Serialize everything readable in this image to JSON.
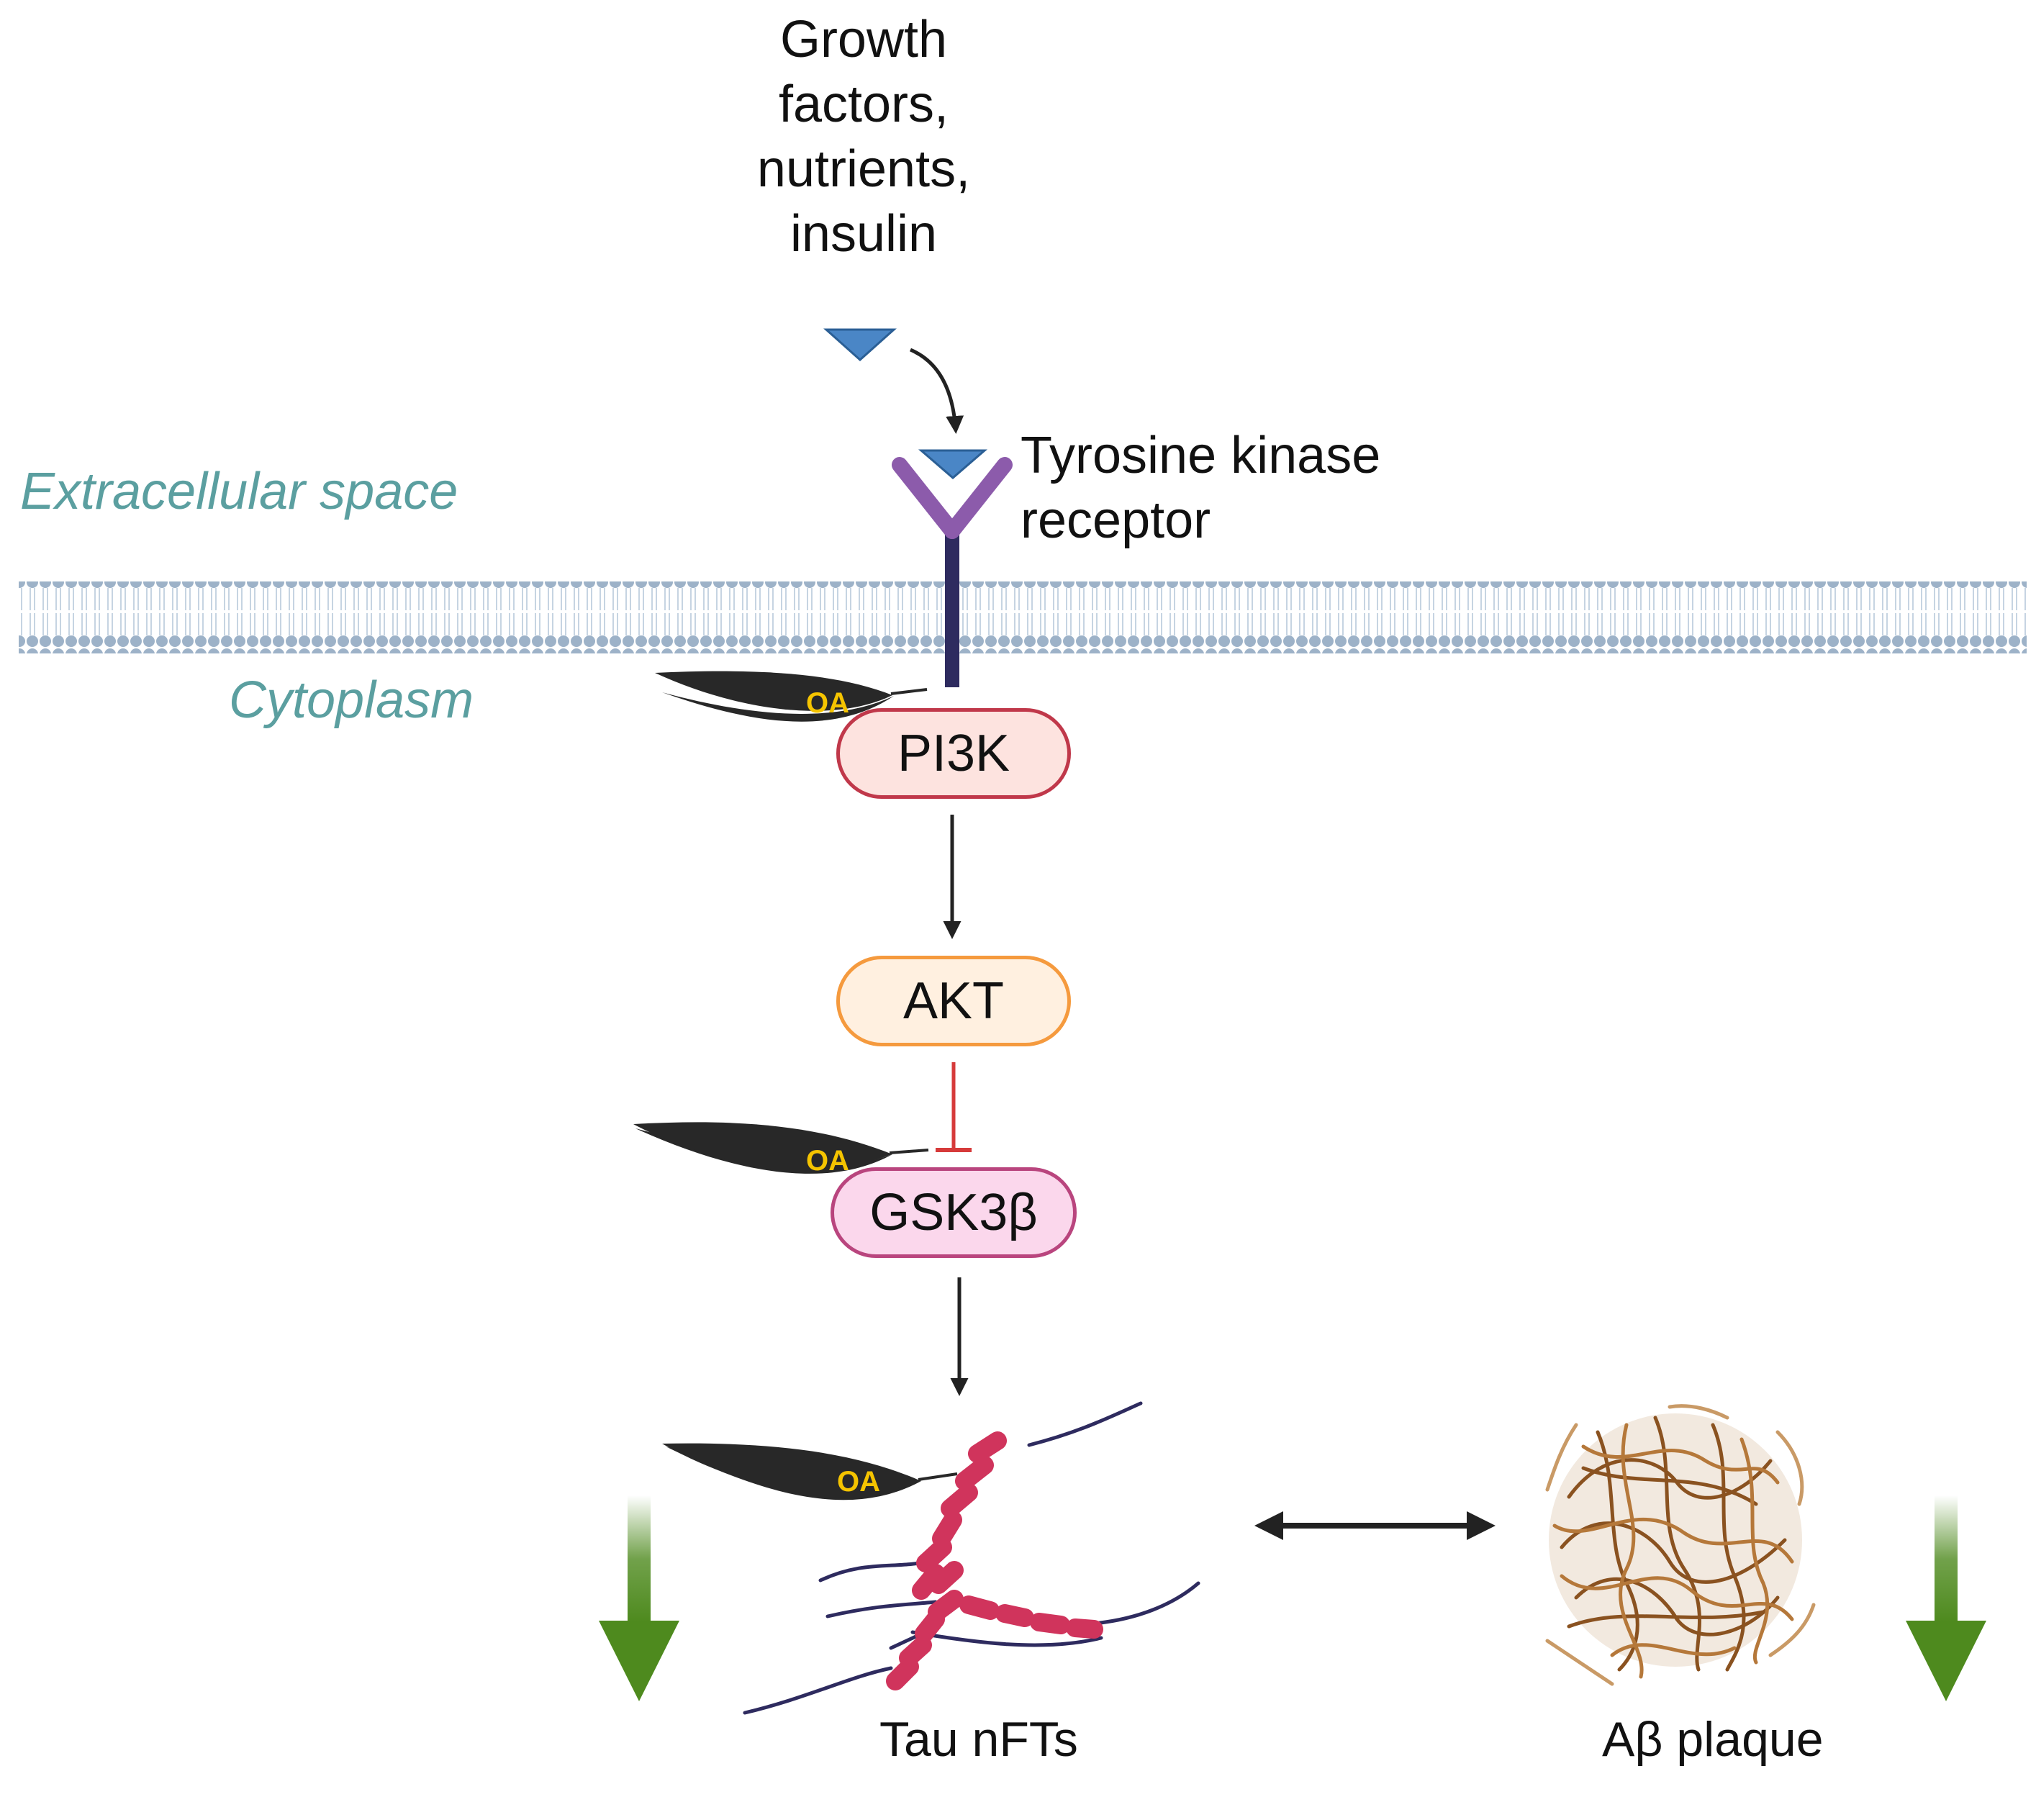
{
  "ligand": {
    "label_lines": [
      "Growth",
      "factors,",
      "nutrients,",
      "insulin"
    ]
  },
  "receptor": {
    "label_lines": [
      "Tyrosine kinase",
      "receptor"
    ]
  },
  "compartments": {
    "extracellular": "Extracellular space",
    "cytoplasm": "Cytoplasm"
  },
  "nodes": {
    "pi3k": "PI3K",
    "akt": "AKT",
    "gsk3b": "GSK3β"
  },
  "inhibitor": {
    "label": "OA",
    "color": "#f5c400"
  },
  "outcomes": {
    "tau": "Tau nFTs",
    "abeta": "Aβ plaque"
  },
  "colors": {
    "membrane": "#9db2c8",
    "receptor": "#8c5bab",
    "ligand": "#4a86c6",
    "inhibit_edge": "#d63a3a",
    "decrease_arrow": "#4e8a1e",
    "tau_beads": "#d0345c",
    "plaque": "#a0652e"
  },
  "icons": [
    "ligand-triangle-icon",
    "receptor-y-icon",
    "oa-drug-icon",
    "tau-tangle-icon",
    "amyloid-plaque-icon",
    "decrease-arrow-icon"
  ]
}
